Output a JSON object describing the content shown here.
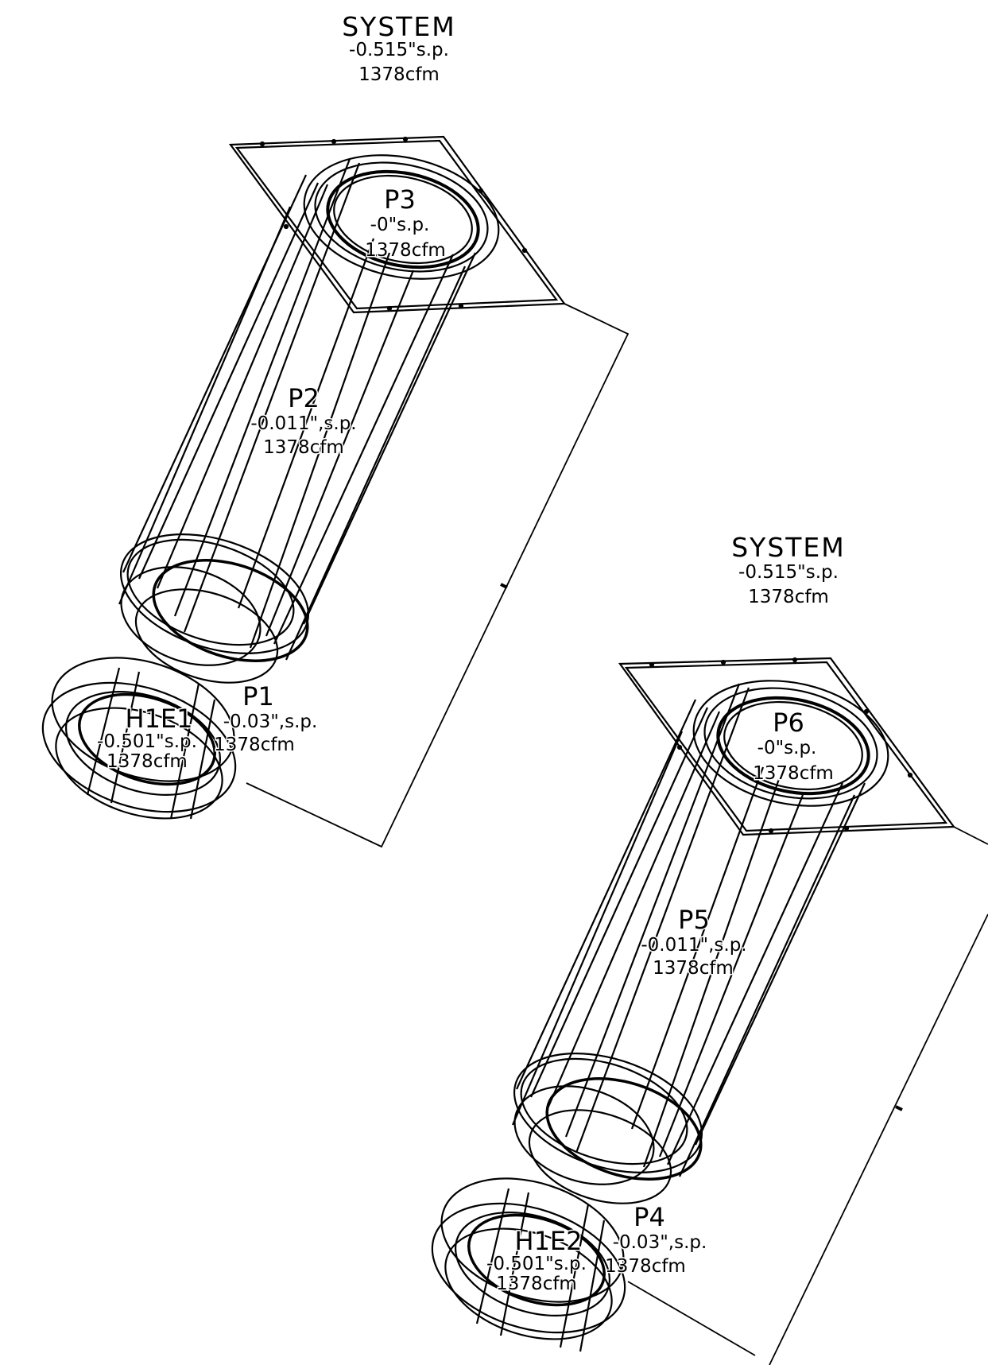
{
  "diagram": {
    "systems": [
      {
        "header": {
          "title": "SYSTEM",
          "pressure": "-0.515\"s.p.",
          "flow": "1378cfm"
        },
        "labels": {
          "top": {
            "tag": "P3",
            "pressure": "-0\"s.p.",
            "flow": "1378cfm"
          },
          "mid": {
            "tag": "P2",
            "pressure": "-0.011\",s.p.",
            "flow": "1378cfm"
          },
          "low": {
            "tag": "P1",
            "pressure": "-0.03\",s.p.",
            "flow": "1378cfm"
          },
          "hood": {
            "tag": "H1E1",
            "pressure": "-0.501\"s.p.",
            "flow": "1378cfm"
          }
        }
      },
      {
        "header": {
          "title": "SYSTEM",
          "pressure": "-0.515\"s.p.",
          "flow": "1378cfm"
        },
        "labels": {
          "top": {
            "tag": "P6",
            "pressure": "-0\"s.p.",
            "flow": "1378cfm"
          },
          "mid": {
            "tag": "P5",
            "pressure": "-0.011\",s.p.",
            "flow": "1378cfm"
          },
          "low": {
            "tag": "P4",
            "pressure": "-0.03\",s.p.",
            "flow": "1378cfm"
          },
          "hood": {
            "tag": "H1E2",
            "pressure": "-0.501\"s.p.",
            "flow": "1378cfm"
          }
        }
      }
    ],
    "line_color": "#000000",
    "background": "#ffffff"
  }
}
